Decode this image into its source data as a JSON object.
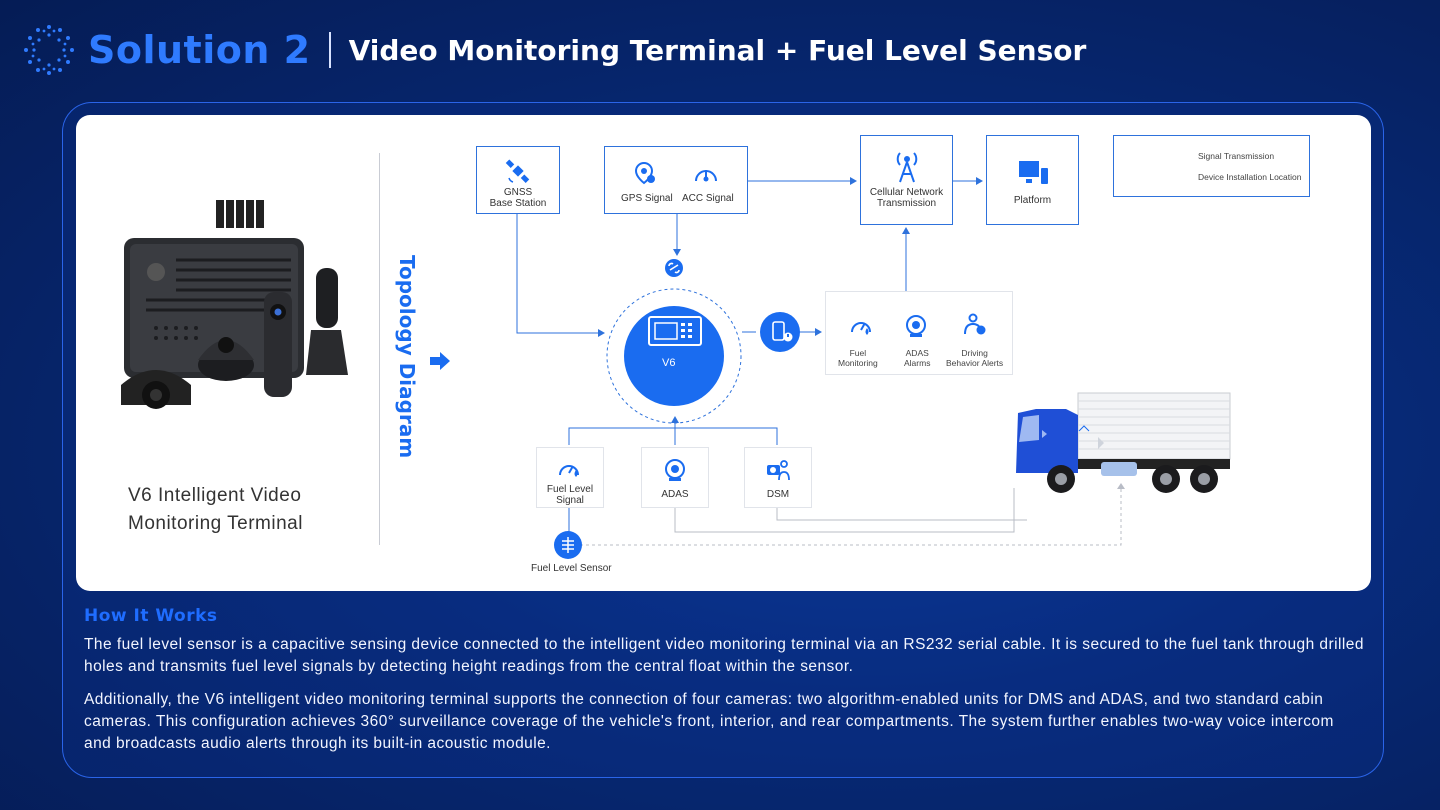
{
  "header": {
    "solution": "Solution 2",
    "title": "Video Monitoring Terminal + Fuel Level Sensor"
  },
  "left": {
    "device_name_line1": "V6 Intelligent Video",
    "device_name_line2": "Monitoring Terminal",
    "topology_label": "Topology Diagram"
  },
  "diagram": {
    "gnss_line1": "GNSS",
    "gnss_line2": "Base Station",
    "gps": "GPS Signal",
    "acc": "ACC Signal",
    "cellular_line1": "Cellular Network",
    "cellular_line2": "Transmission",
    "platform": "Platform",
    "legend_signal": "Signal Transmission",
    "legend_install": "Device Installation Location",
    "center": "V6",
    "fuel_mon_line1": "Fuel",
    "fuel_mon_line2": "Monitoring",
    "adas_alarm_line1": "ADAS",
    "adas_alarm_line2": "Alarms",
    "driving_line1": "Driving",
    "driving_line2": "Behavior Alerts",
    "fuel_sig_line1": "Fuel Level",
    "fuel_sig_line2": "Signal",
    "adas": "ADAS",
    "dsm": "DSM",
    "fuel_sensor": "Fuel Level Sensor"
  },
  "how": {
    "heading": "How It Works",
    "p1": "The fuel level sensor is a capacitive sensing device connected to the intelligent video monitoring terminal via an RS232 serial cable. It is secured to the fuel tank through drilled holes and transmits fuel level signals by detecting height readings from the central float within the sensor.",
    "p2": "Additionally, the V6 intelligent video monitoring terminal supports the connection of four cameras: two algorithm-enabled units for DMS and ADAS, and two standard cabin cameras. This configuration achieves 360° surveillance coverage of the vehicle's front, interior, and rear compartments. The system further enables two-way voice intercom and broadcasts audio alerts through its built-in acoustic module."
  },
  "colors": {
    "accent": "#1a6cf0",
    "brand": "#2f7bff",
    "card": "#ffffff"
  }
}
